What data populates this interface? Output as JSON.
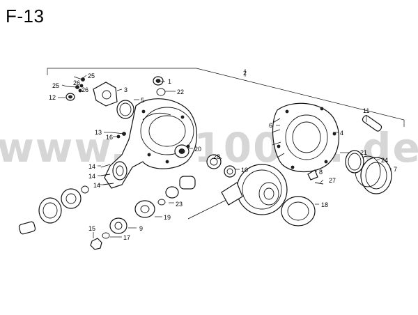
{
  "page": {
    "title": "F-13"
  },
  "watermark": "www.....1000...de",
  "callouts": [
    "1",
    "2",
    "3",
    "4",
    "5",
    "6",
    "7",
    "8",
    "9",
    "10",
    "11",
    "12",
    "13",
    "14",
    "14",
    "14",
    "15",
    "16",
    "17",
    "18",
    "19",
    "20",
    "21",
    "22",
    "23",
    "24",
    "25",
    "25",
    "26",
    "26",
    "27",
    "28"
  ]
}
